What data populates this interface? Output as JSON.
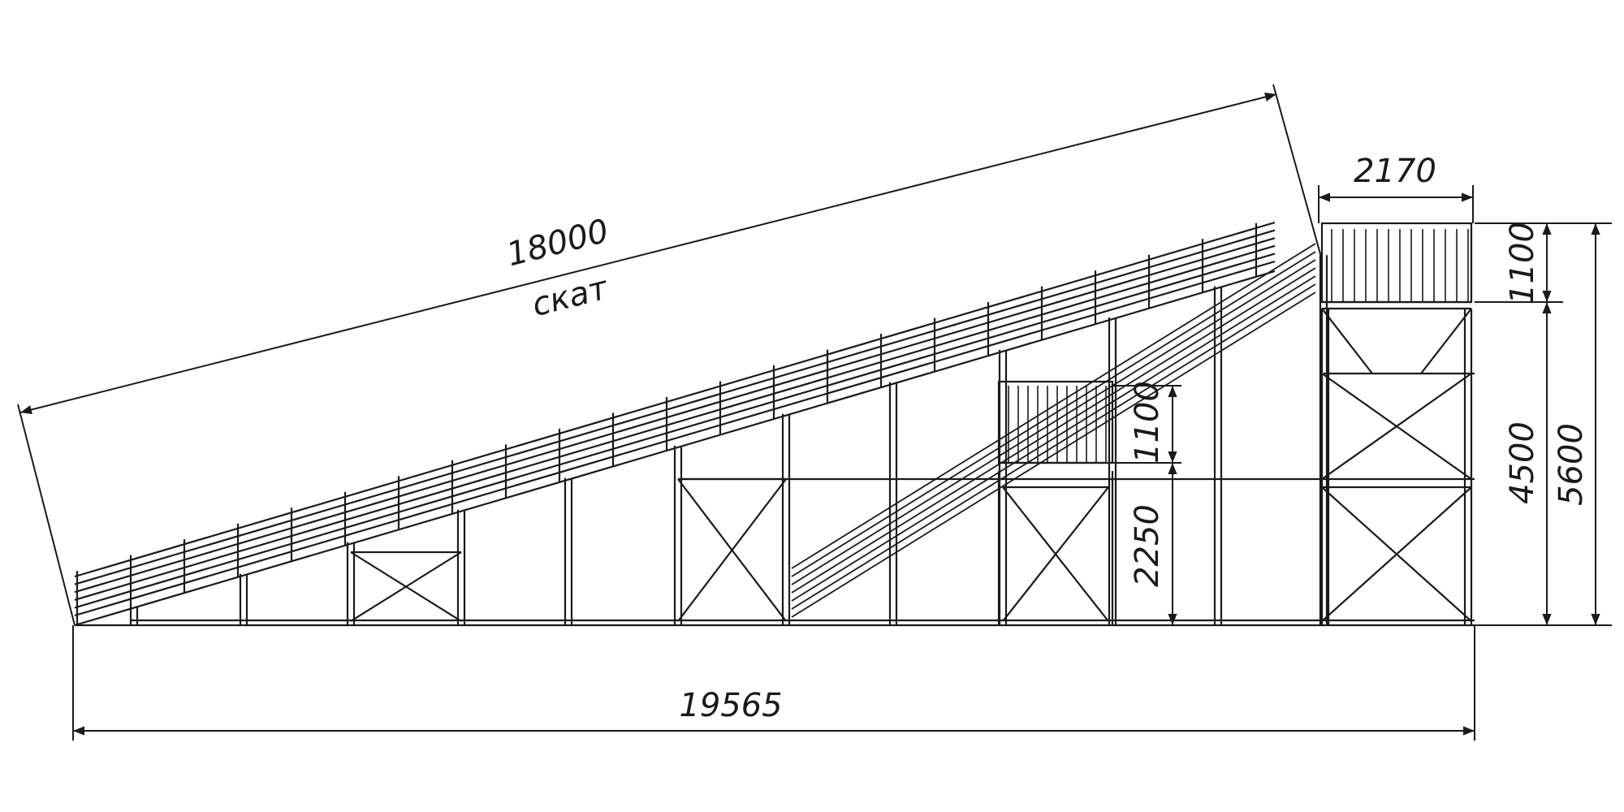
{
  "drawing": {
    "slope_length": "18000",
    "slope_caption": "скат",
    "top_platform_width": "2170",
    "top_railing_height": "1100",
    "top_platform_height": "4500",
    "total_height": "5600",
    "mid_railing_height": "1100",
    "mid_platform_height": "2250",
    "overall_length": "19565"
  },
  "colors": {
    "line": "#1a1a1a",
    "background": "#ffffff"
  }
}
